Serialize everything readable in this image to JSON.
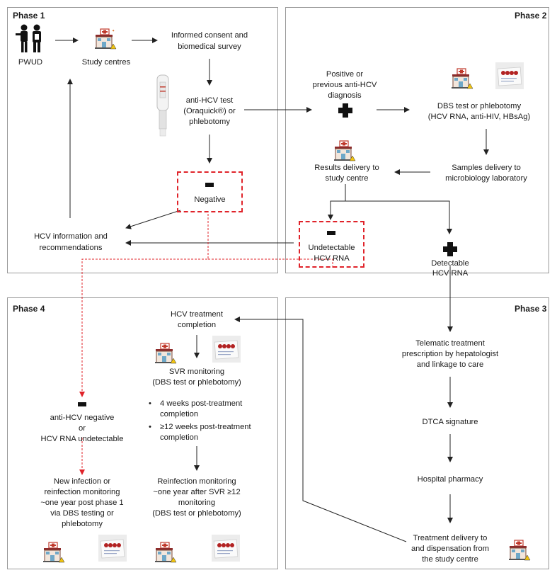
{
  "phases": {
    "p1": "Phase 1",
    "p2": "Phase 2",
    "p3": "Phase 3",
    "p4": "Phase 4"
  },
  "phase1": {
    "pwud": "PWUD",
    "study_centres": "Study centres",
    "consent_l1": "Informed consent and",
    "consent_l2": "biomedical survey",
    "test_l1": "anti-HCV test",
    "test_l2": "(Oraquick®) or",
    "test_l3": "phlebotomy",
    "negative": "Negative",
    "info_l1": "HCV information and",
    "info_l2": "recommendations"
  },
  "phase2": {
    "positive_l1": "Positive or",
    "positive_l2": "previous anti-HCV",
    "positive_l3": "diagnosis",
    "dbs_l1": "DBS test or phlebotomy",
    "dbs_l2": "(HCV RNA, anti-HIV, HBsAg)",
    "samples_l1": "Samples delivery to",
    "samples_l2": "microbiology laboratory",
    "results_l1": "Results delivery to",
    "results_l2": "study centre",
    "undetectable_l1": "Undetectable",
    "undetectable_l2": "HCV RNA",
    "detectable_l1": "Detectable",
    "detectable_l2": "HCV RNA"
  },
  "phase3": {
    "telematic_l1": "Telematic treatment",
    "telematic_l2": "prescription by hepatologist",
    "telematic_l3": "and linkage to care",
    "dtca": "DTCA signature",
    "pharmacy": "Hospital pharmacy",
    "delivery_l1": "Treatment delivery to",
    "delivery_l2": "and dispensation from",
    "delivery_l3": "the study centre"
  },
  "phase4": {
    "completion_l1": "HCV treatment",
    "completion_l2": "completion",
    "svr_l1": "SVR monitoring",
    "svr_l2": "(DBS test or phlebotomy)",
    "bullet1_l1": "4 weeks post-treatment",
    "bullet1_l2": "completion",
    "bullet2_l1": "≥12 weeks post-treatment",
    "bullet2_l2": "completion",
    "reinf_l1": "Reinfection monitoring",
    "reinf_l2": "~one year after SVR ≥12",
    "reinf_l3": "monitoring",
    "reinf_l4": "(DBS test or phlebotomy)",
    "neg_l1": "anti-HCV negative",
    "neg_l2": "or",
    "neg_l3": "HCV RNA undetectable",
    "newinf_l1": "New infection or",
    "newinf_l2": "reinfection monitoring",
    "newinf_l3": "~one year post phase 1",
    "newinf_l4": "via DBS testing or",
    "newinf_l5": "phlebotomy"
  },
  "icons": {
    "people": "people-icon",
    "building": "study-centre-icon",
    "test_kit": "rapid-test-icon",
    "dbs_card": "dbs-card-icon",
    "plus": "plus-icon",
    "minus": "minus-icon"
  },
  "colors": {
    "dashed_red": "#e0232a",
    "arrow": "#222222",
    "panel_border": "#9a9a9a"
  }
}
